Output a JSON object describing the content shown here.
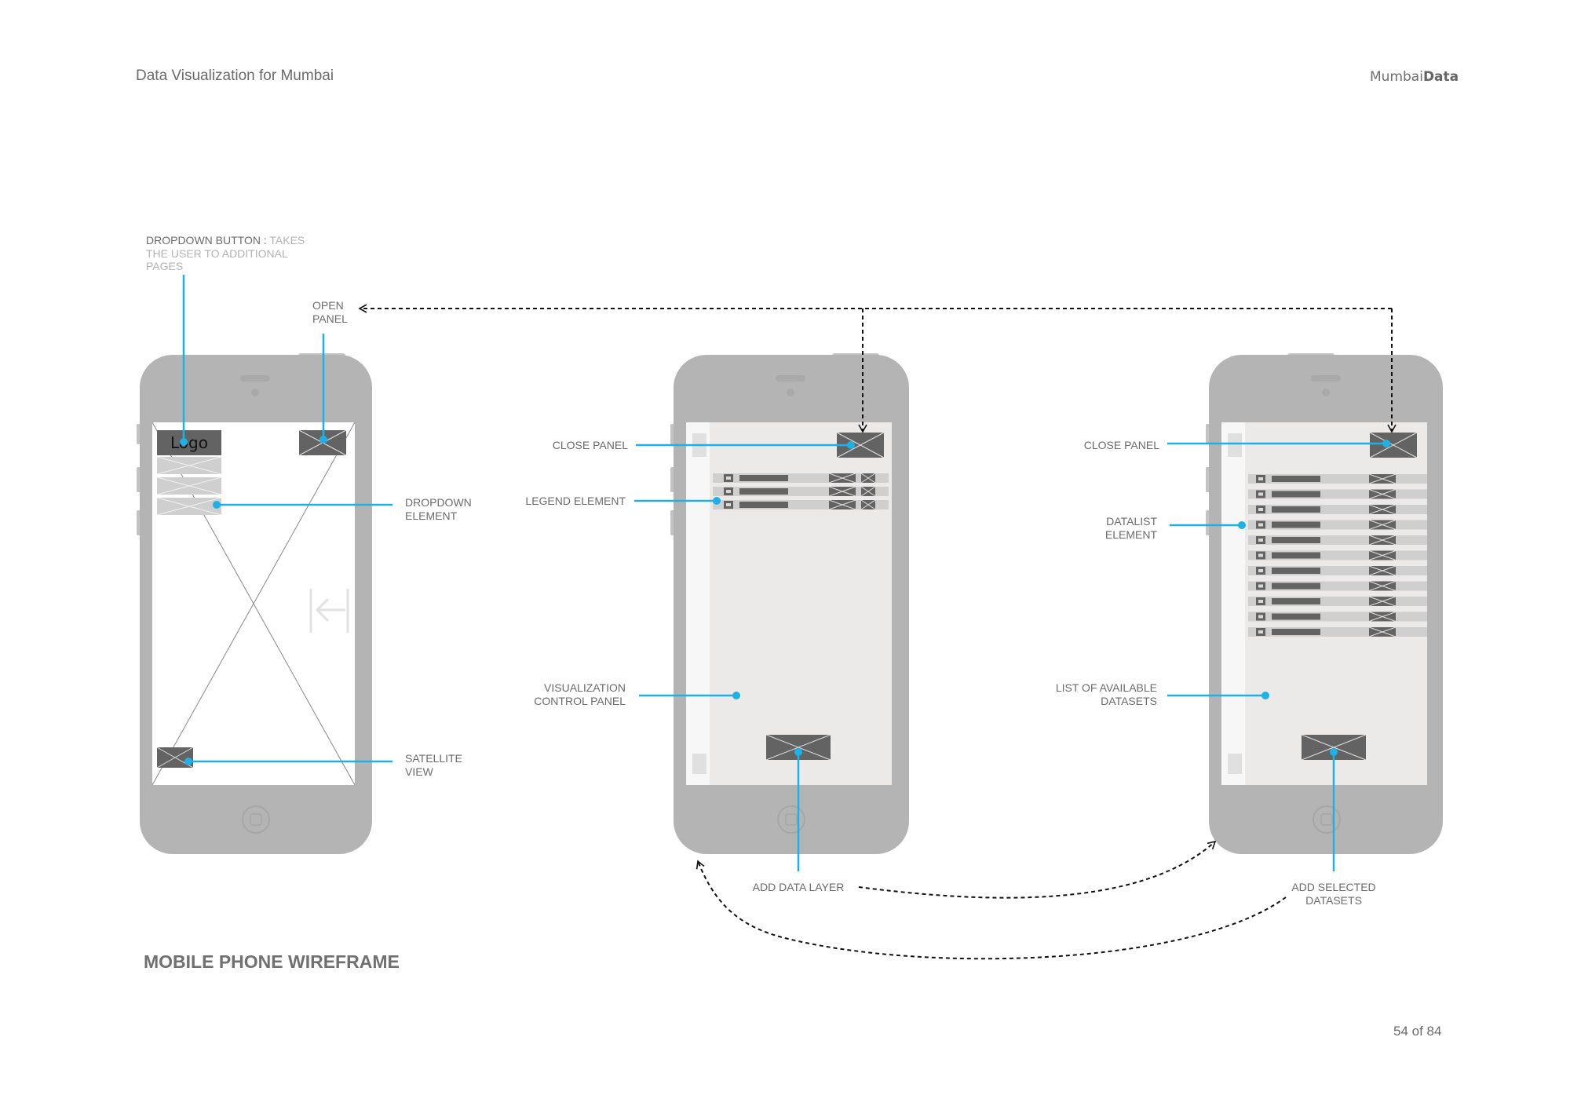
{
  "header": {
    "title": "Data Visualization for Mumbai",
    "brand_light": "Mumbai",
    "brand_bold": "Data"
  },
  "phone1": {
    "logo_text": "Logo",
    "callouts": {
      "dropdown_button_bold": "DROPDOWN BUTTON :",
      "dropdown_button_desc_1": "TAKES",
      "dropdown_button_desc_2": "THE USER TO ADDITIONAL",
      "dropdown_button_desc_3": "PAGES",
      "open_panel_1": "OPEN",
      "open_panel_2": "PANEL",
      "dropdown_element_1": "DROPDOWN",
      "dropdown_element_2": "ELEMENT",
      "satellite_view_1": "SATELLITE",
      "satellite_view_2": "VIEW"
    },
    "dropdown_items": 3
  },
  "phone2": {
    "callouts": {
      "close_panel": "CLOSE PANEL",
      "legend_element": "LEGEND ELEMENT",
      "viz_control_1": "VISUALIZATION",
      "viz_control_2": "CONTROL PANEL",
      "add_data_layer": "ADD DATA LAYER"
    },
    "legend_rows": 3
  },
  "phone3": {
    "callouts": {
      "close_panel": "CLOSE PANEL",
      "datalist_1": "DATALIST",
      "datalist_2": "ELEMENT",
      "available_1": "LIST OF AVAILABLE",
      "available_2": "DATASETS",
      "add_selected_1": "ADD SELECTED",
      "add_selected_2": "DATASETS"
    },
    "datalist_rows": 11
  },
  "footer": {
    "section_title": "MOBILE PHONE WIREFRAME",
    "page_indicator": "54 of 84"
  },
  "colors": {
    "callout": "#1fb1e6",
    "phone_body": "#b4b4b4",
    "placeholder_dark": "#636363",
    "panel_bg": "#ece9e9",
    "row_bg": "#cfcfcf"
  }
}
